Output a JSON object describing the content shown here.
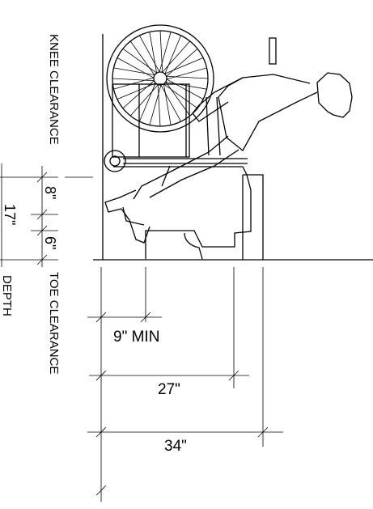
{
  "labels": {
    "knee_clearance": "KNEE CLEARANCE",
    "toe_clearance": "TOE CLEARANCE",
    "depth_partial": "DEPTH"
  },
  "dimensions": {
    "vertical": {
      "total": "17\"",
      "knee": "8\"",
      "toe": "6\""
    },
    "horizontal": {
      "min": "9\" MIN",
      "mid": "27\"",
      "full": "34\""
    }
  },
  "colors": {
    "line": "#000000",
    "background": "#ffffff"
  }
}
